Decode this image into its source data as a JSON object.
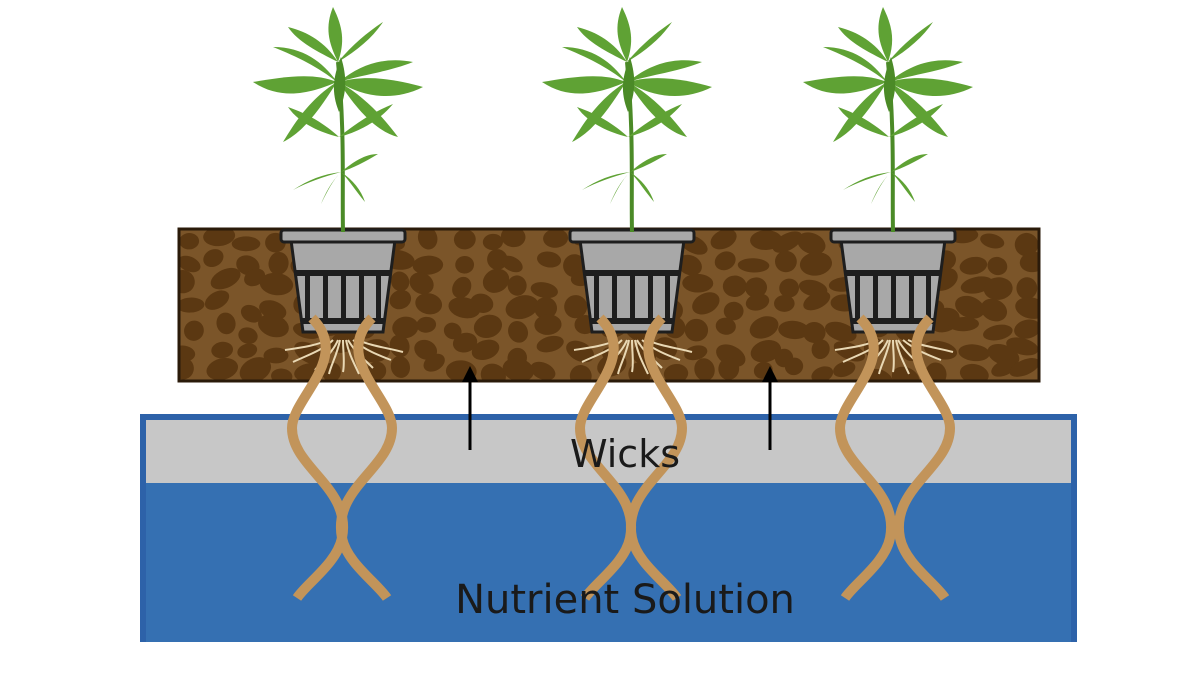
{
  "labels": {
    "wicks": "Wicks",
    "nutrient_solution": "Nutrient Solution"
  },
  "colors": {
    "reservoir_border": "#2d62a9",
    "nutrient_solution": "#3570b2",
    "wick_layer": "#c7c7c7",
    "growing_medium": "#7b5529",
    "medium_pebbles": "#5b3812",
    "net_pot": "#a8a8a8",
    "net_pot_outline": "#1e1e1e",
    "wick_rope": "#c2945a",
    "roots": "#e9d8b4",
    "leaf": "#5fa234",
    "leaf_dark": "#4b8a27",
    "arrow": "#000000"
  },
  "icons": {
    "plant": "plant-icon",
    "net_pot": "net-pot-icon",
    "arrow": "arrow-up-icon"
  },
  "plant_count": 3,
  "upward_flow_arrows": 2
}
